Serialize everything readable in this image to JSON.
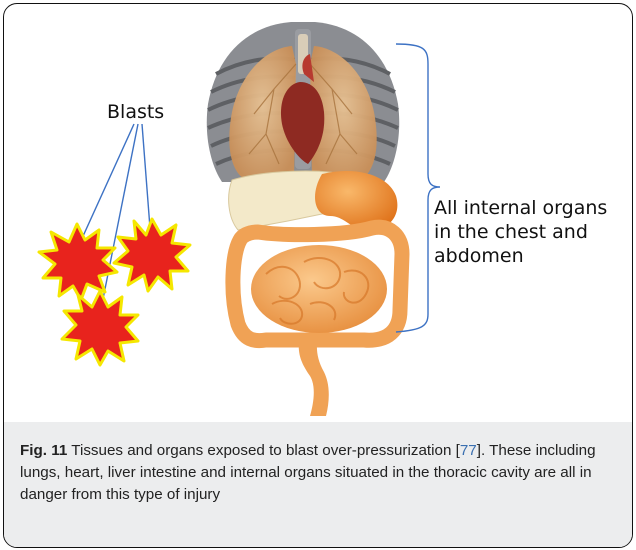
{
  "figure": {
    "blasts_label": "Blasts",
    "organs_label_lines": [
      "All internal organs",
      "in the chest and",
      "abdomen"
    ],
    "colors": {
      "blast_fill": "#e8231d",
      "blast_outline": "#f5e700",
      "pointer_line": "#3d72c4",
      "brace": "#3d72c4",
      "ribs": "#707276",
      "lungs": "#d8a874",
      "heart": "#8e2a22",
      "liver": "#f3e9c9",
      "stomach": "#f09a3e",
      "intestine": "#f2a95c"
    },
    "icons": [
      "blast-burst-icon",
      "ribcage-illustration",
      "organs-illustration"
    ]
  },
  "caption": {
    "label": "Fig. 11",
    "text_before_ref": " Tissues and organs exposed to blast over-pressurization [",
    "ref": "77",
    "text_after_ref": "]. These including lungs, heart, liver intestine and internal organs situated in the thoracic cavity are all in danger from this type of injury"
  }
}
